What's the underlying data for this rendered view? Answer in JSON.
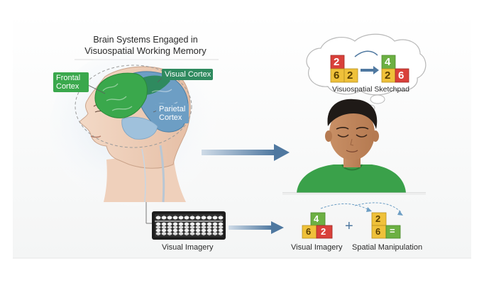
{
  "title_line1": "Brain Systems Engaged in",
  "title_line2": "Visuospatial Working Memory",
  "labels": {
    "frontal_line1": "Frontal",
    "frontal_line2": "Cortex",
    "visual": "Visual Cortex",
    "parietal_line1": "Parietal",
    "parietal_line2": "Cortex"
  },
  "sketchpad": {
    "caption": "Visuospatial Sketchpad",
    "left_blocks": [
      "2",
      "6",
      "2"
    ],
    "right_blocks": [
      "4",
      "2",
      "6"
    ]
  },
  "bottom": {
    "abacus_caption": "Visual Imagery",
    "group1_caption": "Visual Imagery",
    "group1_blocks": [
      "4",
      "6",
      "2"
    ],
    "plus": "+",
    "group2_caption": "Spatial Manipulation",
    "group2_blocks": [
      "2",
      "6",
      "="
    ]
  },
  "colors": {
    "frontal": "#3aa84c",
    "visual": "#2f8a5f",
    "parietal": "#6d9ec4",
    "arrow": "#4f78a0",
    "shirt": "#3aa14a",
    "block_red": "#d9403a",
    "block_yellow": "#efc13a",
    "block_green": "#6cb043"
  }
}
